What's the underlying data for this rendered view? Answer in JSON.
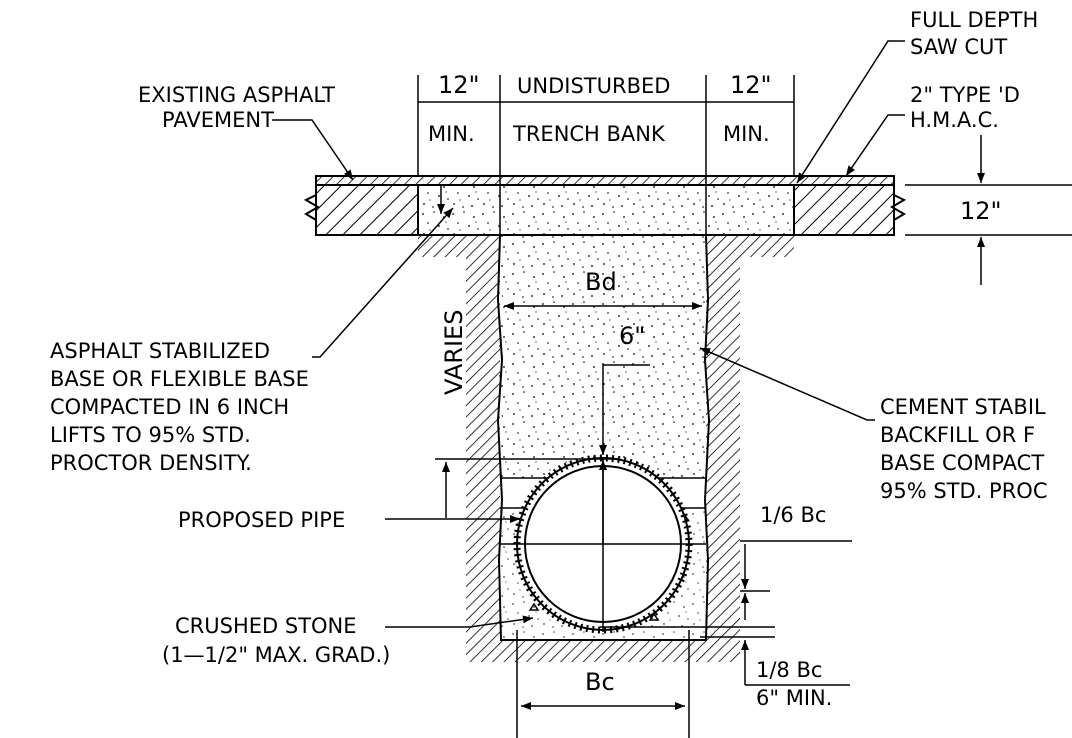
{
  "labels": {
    "full_depth": "FULL DEPTH",
    "saw_cut": "SAW CUT",
    "type_d": "2\" TYPE 'D",
    "hmac": "H.M.A.C.",
    "existing_asphalt": "EXISTING ASPHALT",
    "pavement": "PAVEMENT",
    "dim_12_left": "12\"",
    "min_left": "MIN.",
    "undisturbed": "UNDISTURBED",
    "trench_bank": "TRENCH BANK",
    "dim_12_right": "12\"",
    "min_right": "MIN.",
    "dim_12_side": "12\"",
    "bd": "Bd",
    "dim_6": "6\"",
    "varies": "VARIES",
    "asb_1": "ASPHALT STABILIZED",
    "asb_2": "BASE OR FLEXIBLE BASE",
    "asb_3": "COMPACTED IN 6 INCH",
    "asb_4": "LIFTS TO 95% STD.",
    "asb_5": "PROCTOR DENSITY.",
    "csb_1": "CEMENT STABIL",
    "csb_2": "BACKFILL OR F",
    "csb_3": "BASE COMPACT",
    "csb_4": "95% STD. PROC",
    "proposed_pipe": "PROPOSED PIPE",
    "one_sixth_bc": "1/6 Bc",
    "crushed_stone": "CRUSHED STONE",
    "crushed_grad": "(1—1/2\" MAX. GRAD.)",
    "one_eighth_bc": "1/8 Bc",
    "six_min": "6\" MIN.",
    "bc": "Bc"
  }
}
